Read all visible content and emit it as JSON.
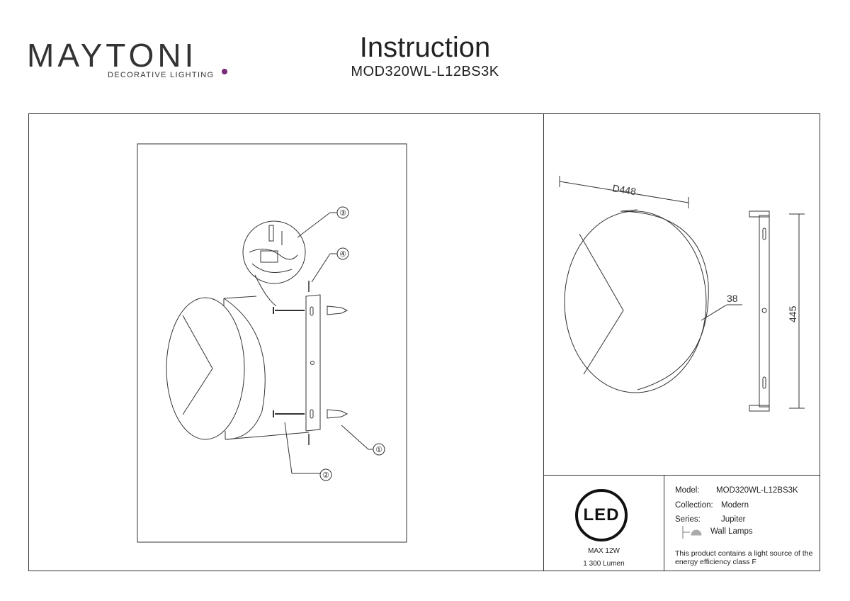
{
  "header": {
    "brand": "MAYTONI",
    "brand_tagline": "DECORATIVE LIGHTING",
    "title": "Instruction",
    "model_code": "MOD320WL-L12BS3K"
  },
  "assembly": {
    "callouts": [
      "①",
      "②",
      "③",
      "④"
    ]
  },
  "dimensions": {
    "diameter": "D448",
    "depth": "38",
    "height": "445"
  },
  "led_info": {
    "badge": "LED",
    "power": "MAX 12W",
    "lumen": "1 300 Lumen"
  },
  "specs": {
    "model_label": "Model:",
    "model_value": "MOD320WL-L12BS3K",
    "collection_label": "Collection:",
    "collection_value": "Modern",
    "series_label": "Series:",
    "series_value": "Jupiter",
    "type_value": "Wall Lamps",
    "type_icon": "wall-lamp-icon",
    "energy_note": "This product contains a light source of the energy efficiency class F"
  },
  "colors": {
    "brand_accent": "#7a2a7a",
    "line": "#333333"
  }
}
